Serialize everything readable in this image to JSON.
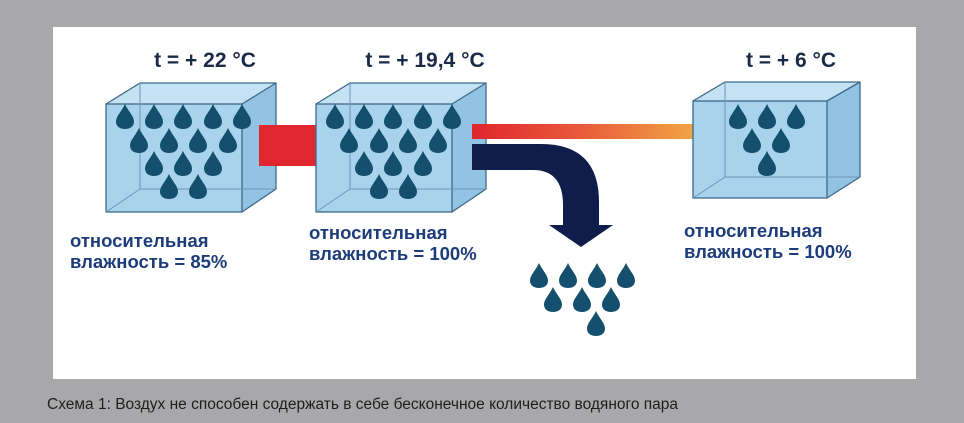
{
  "cubes": [
    {
      "temperature": "t = + 22 °C",
      "humidity_line1": "относительная",
      "humidity_line2": "влажность = 85%"
    },
    {
      "temperature": "t = + 19,4 °C",
      "humidity_line1": "относительная",
      "humidity_line2": "влажность = 100%"
    },
    {
      "temperature": "t = + 6 °C",
      "humidity_line1": "относительная",
      "humidity_line2": "влажность = 100%"
    }
  ],
  "caption": "Схема 1: Воздух не способен содержать в себе бесконечное количество водяного пара",
  "colors": {
    "cube_fill": "#a9d3ec",
    "cube_edge": "#3d6a8a",
    "droplet": "#14506e",
    "arrow_red": "#e0262e",
    "arrow_orange": "#f2b046",
    "arrow_navy": "#0f1d4a",
    "text_blue": "#1d3c7a"
  }
}
